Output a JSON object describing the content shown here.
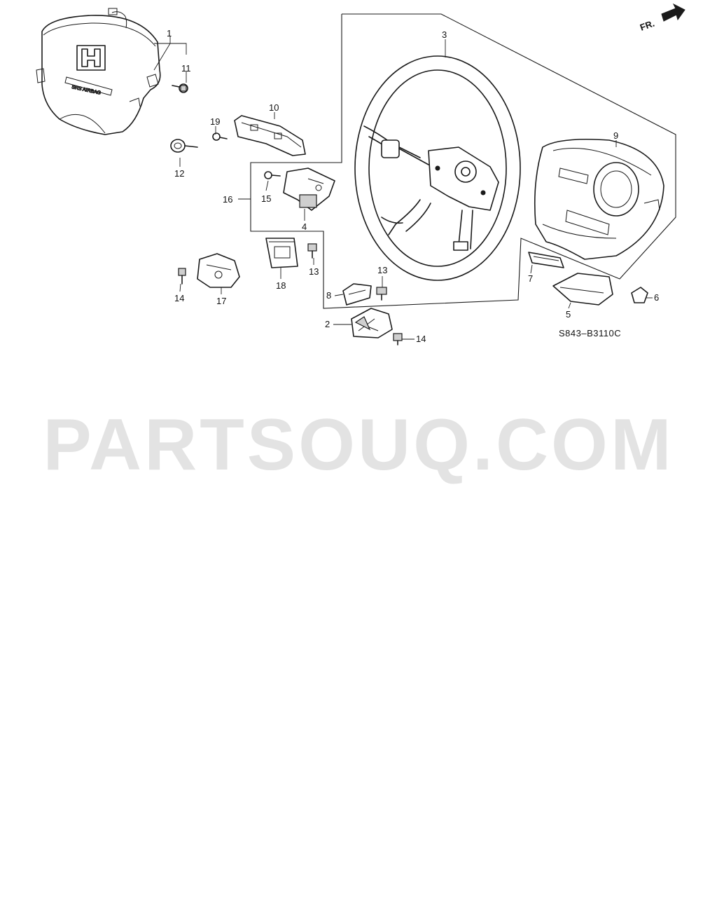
{
  "diagram": {
    "direction_label": "FR.",
    "reference_code": "S843–B3110C",
    "watermark": "PARTSOUQ.COM",
    "callouts": {
      "p1": "1",
      "p2": "2",
      "p3": "3",
      "p4": "4",
      "p5": "5",
      "p6": "6",
      "p7": "7",
      "p8": "8",
      "p9": "9",
      "p10": "10",
      "p11": "11",
      "p12": "12",
      "p13a": "13",
      "p13b": "13",
      "p14a": "14",
      "p14b": "14",
      "p15": "15",
      "p16": "16",
      "p17": "17",
      "p18": "18",
      "p19": "19"
    },
    "airbag_marking": "SRS AIRBAG"
  }
}
